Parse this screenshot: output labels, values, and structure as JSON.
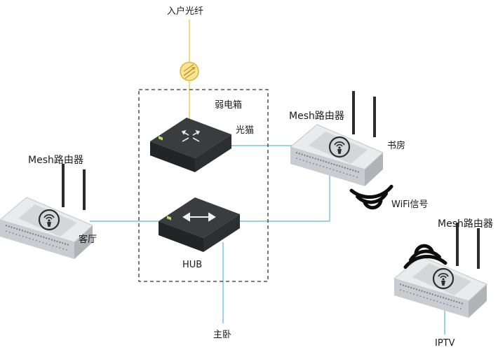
{
  "labels": {
    "fiber_in": "入户光纤",
    "weak_box": "弱电箱",
    "modem": "光猫",
    "hub": "HUB",
    "mesh_study_title": "Mesh路由器",
    "study": "书房",
    "mesh_living_title": "Mesh路由器",
    "living_room": "客厅",
    "wifi_signal": "WiFi信号",
    "mesh_iptv_title": "Mesh路由器",
    "iptv": "IPTV",
    "master_bedroom": "主卧"
  },
  "colors": {
    "fiber_line": "#e8c23a",
    "network_line": "#5fb7d4",
    "device_top": "#3a3d40",
    "device_front": "#222427",
    "router_body": "#d9dcdf",
    "router_top": "#eceef0",
    "wifi_waves": "#0d0d0d"
  },
  "icons": {
    "fiber": "fiber-optic-icon",
    "modem": "modem-arrows-icon",
    "hub": "hub-double-arrow-icon",
    "router_wifi": "router-wifi-icon",
    "wifi_waves": "wifi-waves-icon"
  }
}
